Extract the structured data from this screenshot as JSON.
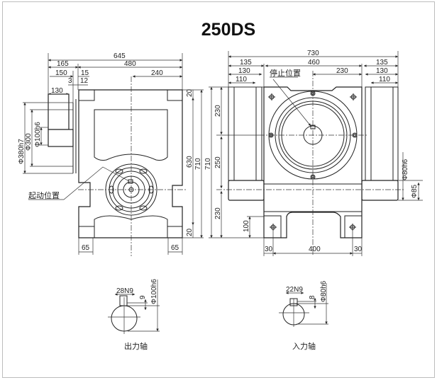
{
  "title": "250DS",
  "side_view": {
    "dims": {
      "d645": "645",
      "d165": "165",
      "d480": "480",
      "d150": "150",
      "d15": "15",
      "d240": "240",
      "d3": "3",
      "d12": "12",
      "d130": "130",
      "phi380": "Φ380h7",
      "phi300": "Φ300",
      "phi100": "Φ100h6",
      "d630": "630",
      "d710": "710",
      "d20_top": "20",
      "d20_bottom": "20",
      "d65_left": "65",
      "d65_right": "65"
    },
    "label_start_position": "起动位置"
  },
  "front_view": {
    "dims": {
      "d730": "730",
      "d135_left": "135",
      "d460": "460",
      "d135_right": "135",
      "d130_left": "130",
      "d130_right": "130",
      "d110_left": "110",
      "d110_right": "110",
      "d230_top": "230",
      "d230_h": "230",
      "d250": "250",
      "d230_bottom": "230",
      "d710": "710",
      "d100": "100",
      "d30_left": "30",
      "d400": "400",
      "d30_right": "30",
      "phi80": "Φ80h6",
      "phi85": "Φ85"
    },
    "label_stop_position": "停止位置"
  },
  "output_shaft": {
    "key": "28N9",
    "depth": "9",
    "dia": "Φ100h6",
    "label": "出力轴"
  },
  "input_shaft": {
    "key": "22N9",
    "depth": "8",
    "dia": "Φ80h6",
    "label": "入力轴"
  }
}
